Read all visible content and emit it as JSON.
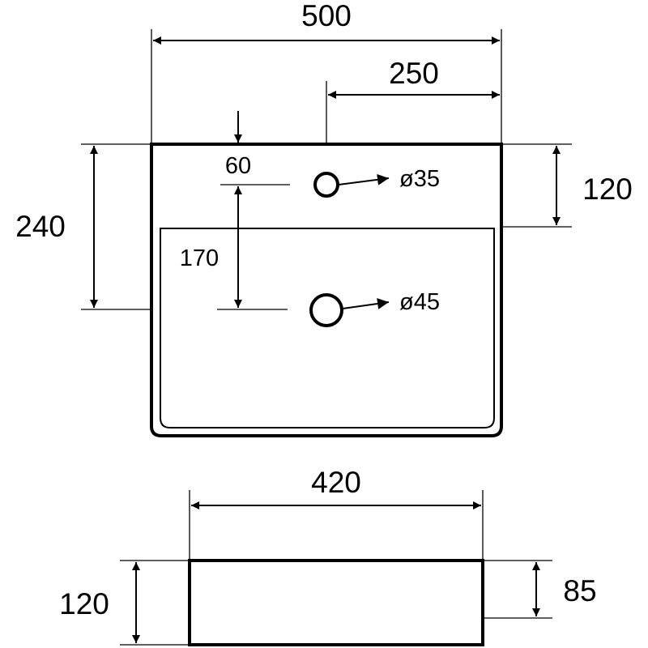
{
  "top_view": {
    "overall_width": "500",
    "offset_width": "250",
    "overall_depth": "240",
    "deck_depth": "120",
    "tap_hole_offset": "60",
    "drain_distance": "170",
    "tap_hole_diameter": "ø35",
    "drain_diameter": "ø45"
  },
  "front_view": {
    "width": "420",
    "height": "120",
    "bowl_height": "85"
  }
}
